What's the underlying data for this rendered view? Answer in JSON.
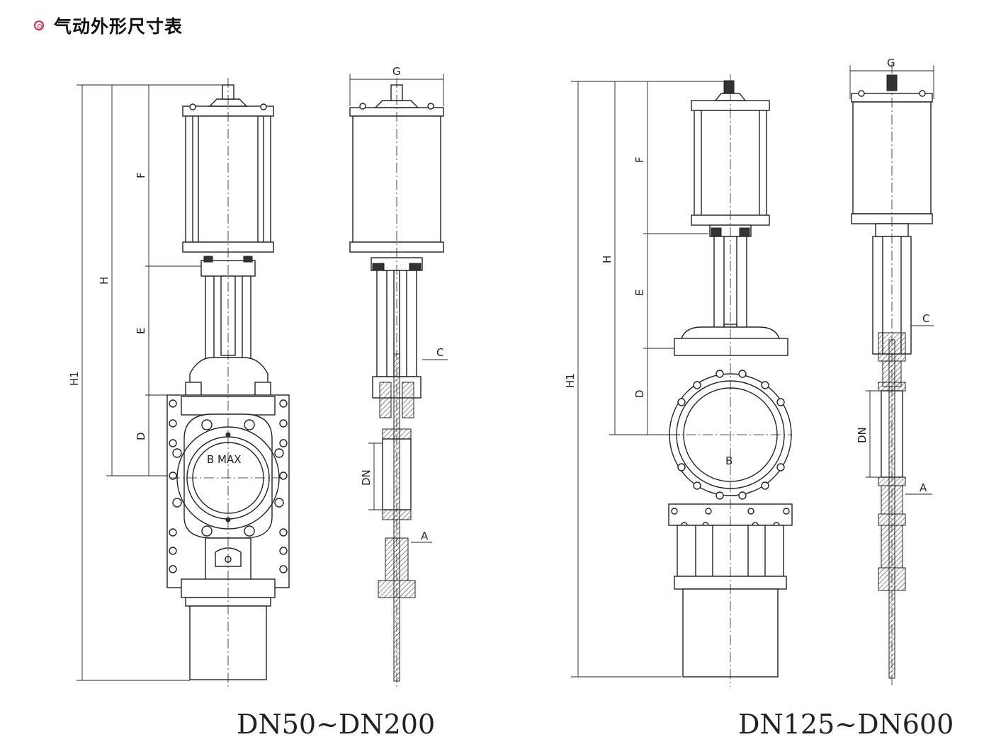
{
  "header": {
    "title": "气动外形尺寸表"
  },
  "labels": {
    "H1": "H1",
    "H": "H",
    "F": "F",
    "E": "E",
    "D": "D",
    "G": "G",
    "C": "C",
    "A": "A",
    "DN": "DN",
    "B_MAX": "B  MAX",
    "B": "B"
  },
  "captions": {
    "small": "DN50~DN200",
    "large": "DN125~DN600"
  }
}
